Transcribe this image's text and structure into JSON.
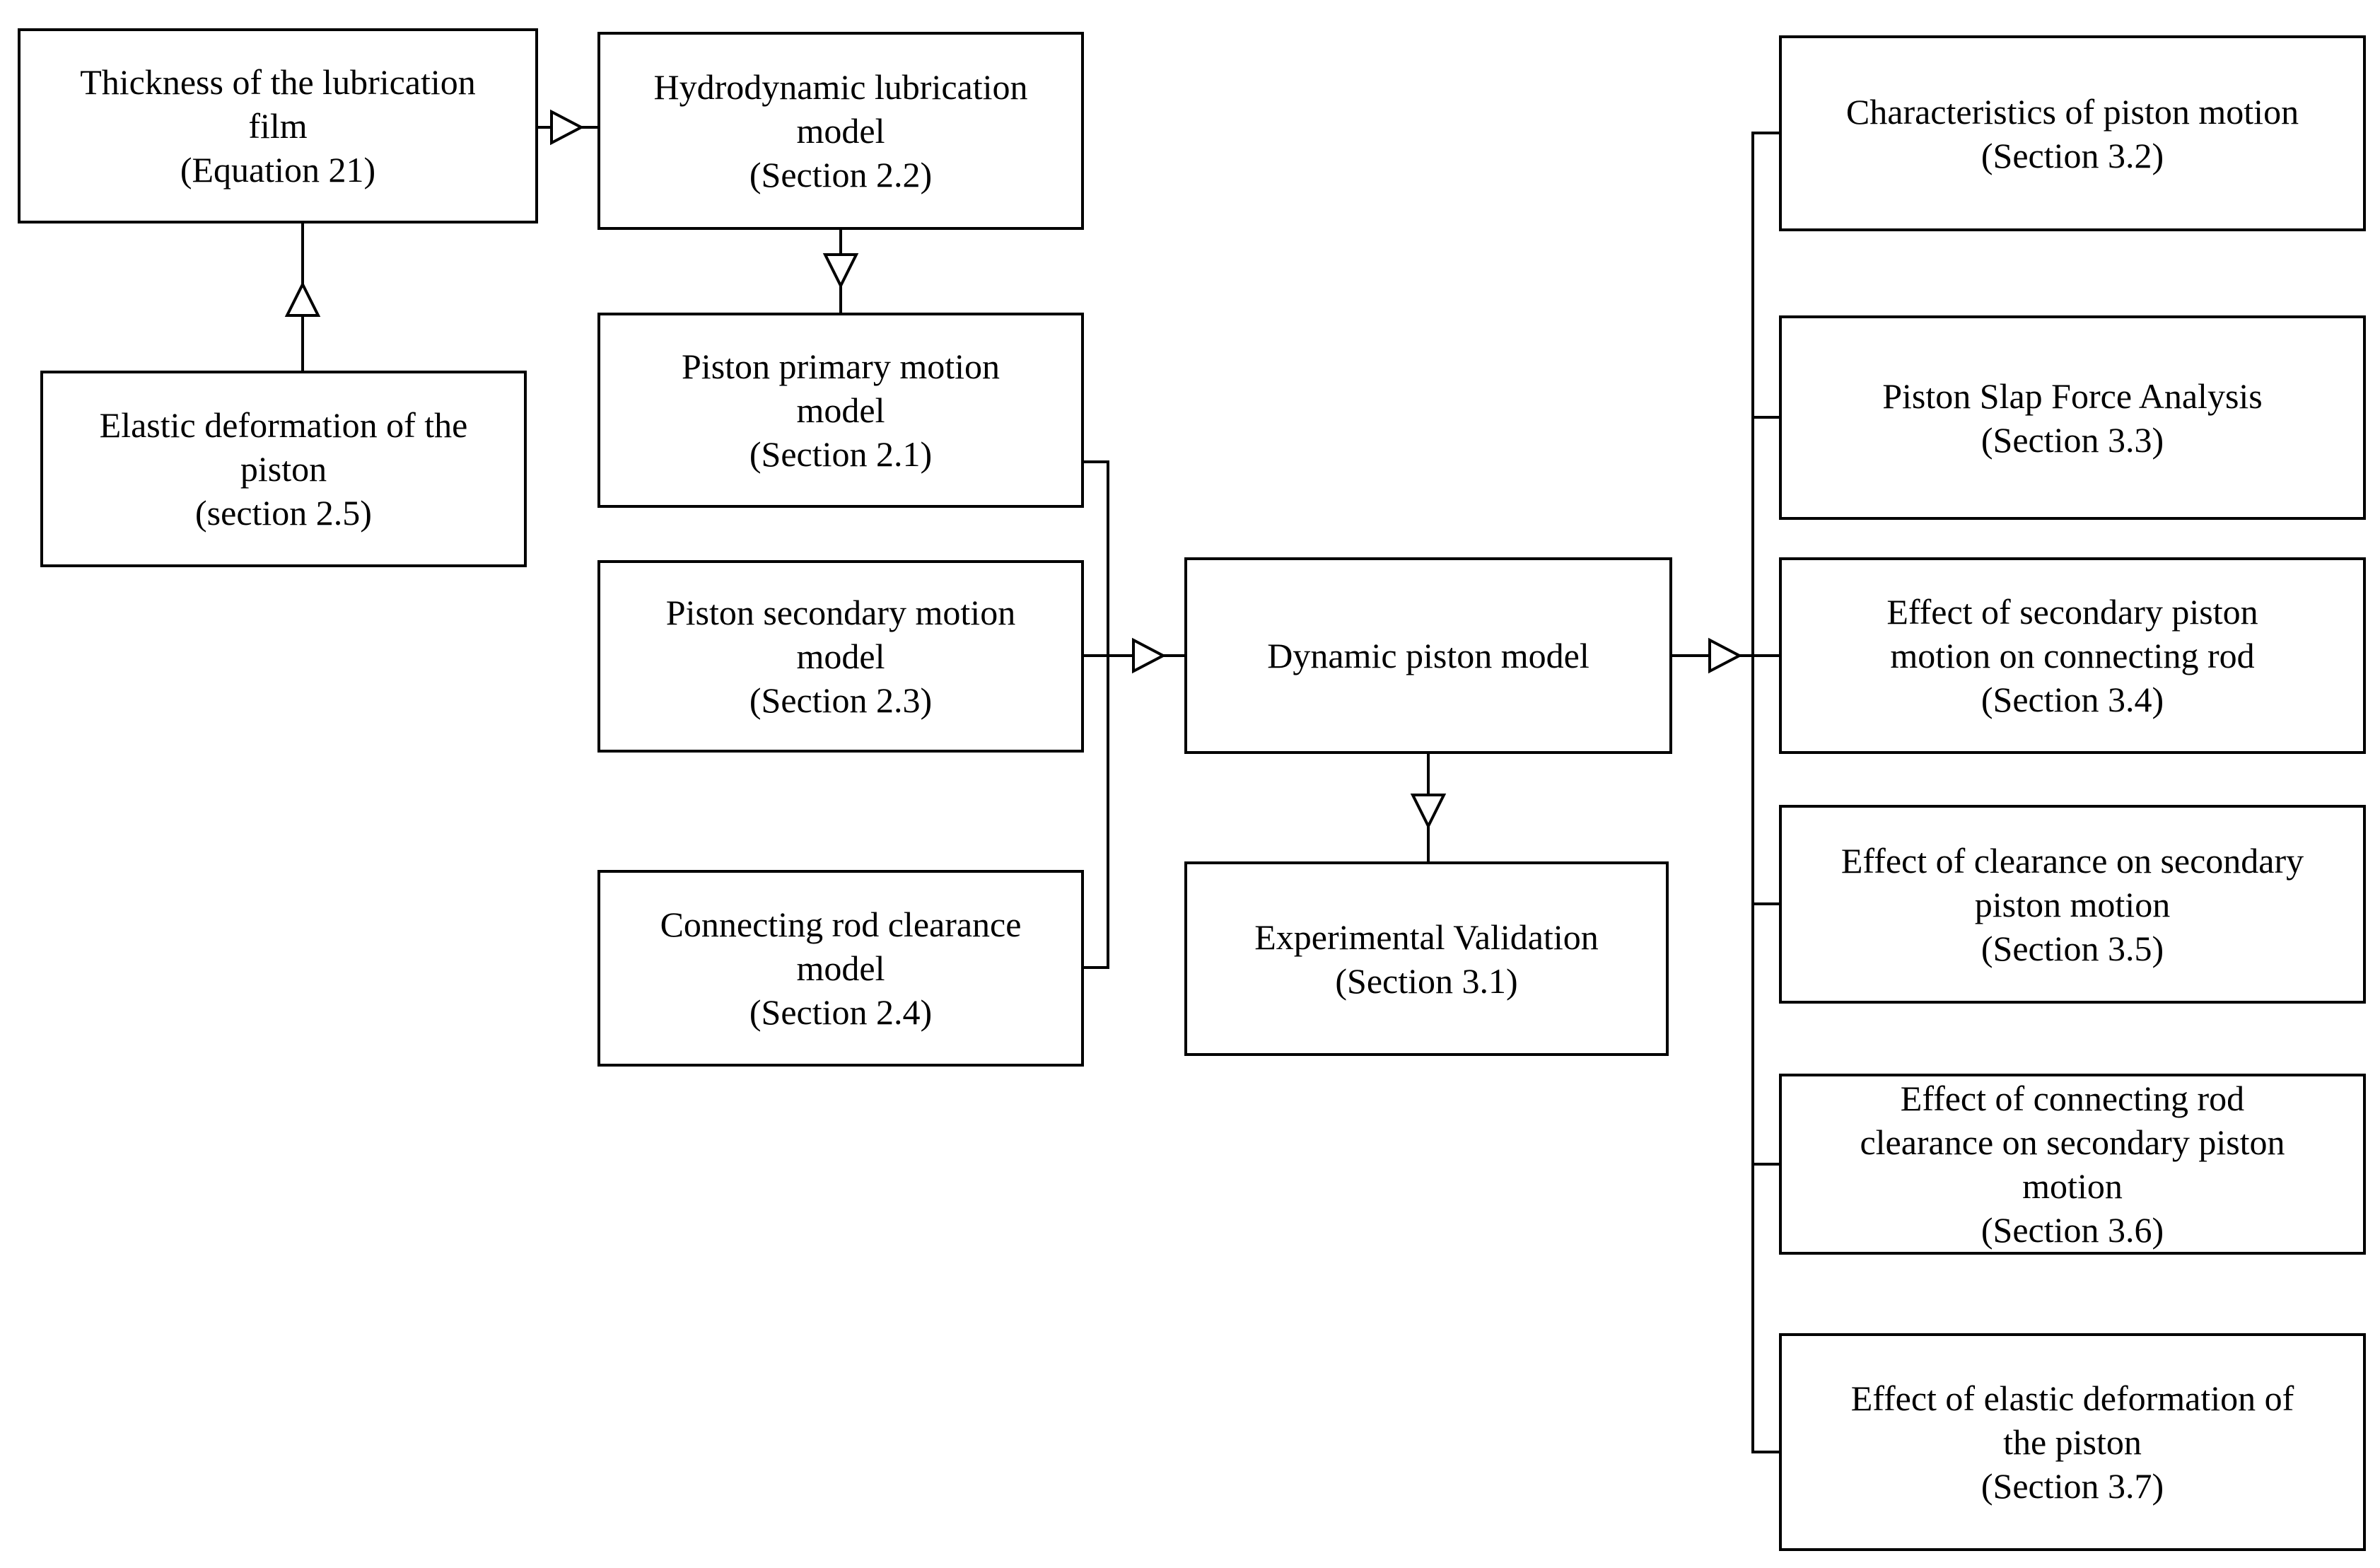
{
  "diagram": {
    "description": "Flowchart of piston dynamic model structure with section references",
    "colors": {
      "line": "#000000",
      "box_border": "#000000",
      "box_fill": "#ffffff",
      "background": "#ffffff"
    },
    "nodes": {
      "thickness": {
        "label": "Thickness of the lubrication\nfilm\n(Equation 21)"
      },
      "elastic": {
        "label": "Elastic deformation of the\npiston\n(section 2.5)"
      },
      "hydrodynamic": {
        "label": "Hydrodynamic lubrication\nmodel\n(Section 2.2)"
      },
      "primary": {
        "label": "Piston primary motion\nmodel\n(Section 2.1)"
      },
      "secondary": {
        "label": "Piston secondary motion\nmodel\n(Section 2.3)"
      },
      "connrod": {
        "label": "Connecting rod clearance\nmodel\n(Section 2.4)"
      },
      "dynamic": {
        "label": "Dynamic piston model"
      },
      "experimental": {
        "label": "Experimental Validation\n(Section 3.1)"
      },
      "s32": {
        "label": "Characteristics of piston motion\n(Section 3.2)"
      },
      "s33": {
        "label": "Piston Slap Force Analysis\n(Section 3.3)"
      },
      "s34": {
        "label": "Effect of secondary piston\nmotion on connecting rod\n(Section 3.4)"
      },
      "s35": {
        "label": "Effect of clearance on secondary\npiston motion\n(Section 3.5)"
      },
      "s36": {
        "label": "Effect of connecting rod\nclearance on secondary piston\nmotion\n(Section 3.6)"
      },
      "s37": {
        "label": "Effect of elastic deformation of\nthe piston\n(Section 3.7)"
      }
    }
  }
}
